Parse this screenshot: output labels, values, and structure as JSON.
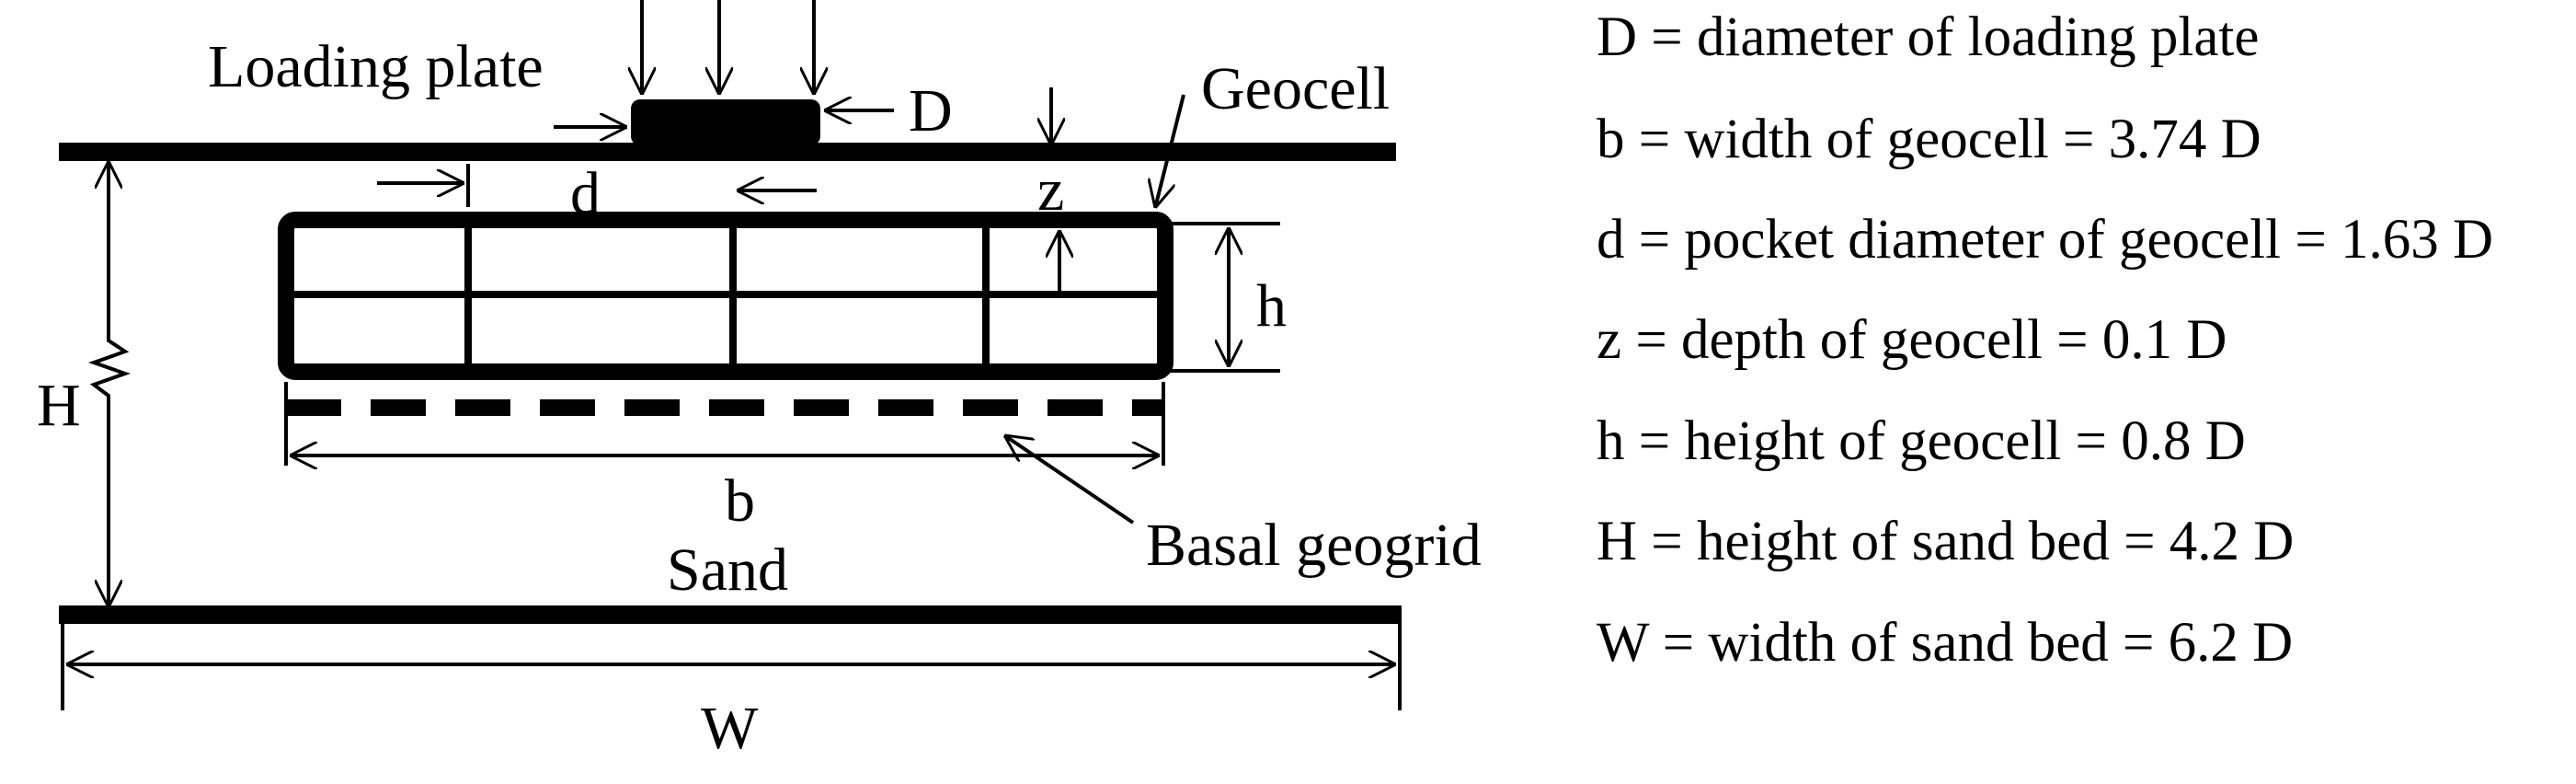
{
  "diagram": {
    "labels": {
      "loading_plate": "Loading plate",
      "D": "D",
      "geocell": "Geocell",
      "d": "d",
      "z": "z",
      "h": "h",
      "H": "H",
      "b": "b",
      "basal_geogrid": "Basal geogrid",
      "sand": "Sand",
      "W": "W"
    },
    "legend": [
      "D = diameter of loading plate",
      "b = width of geocell = 3.74 D",
      "d = pocket diameter of geocell = 1.63 D",
      "z = depth of geocell = 0.1 D",
      "h = height of geocell = 0.8 D",
      "H = height of sand bed = 4.2 D",
      "W = width of sand bed = 6.2 D"
    ]
  }
}
